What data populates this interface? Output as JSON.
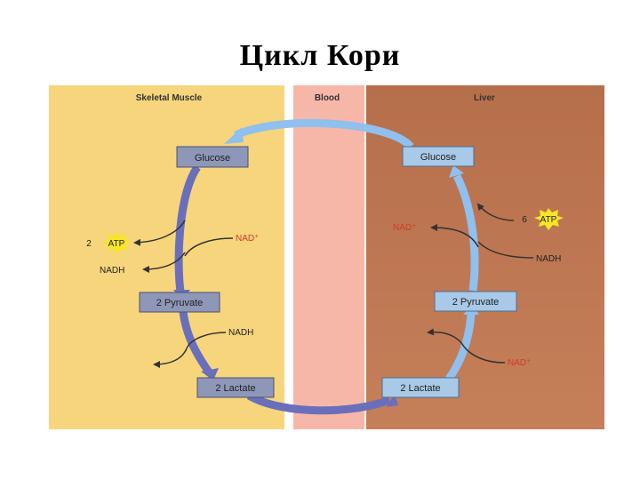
{
  "slide": {
    "title": "Цикл Кори"
  },
  "diagram": {
    "regions": {
      "muscle": "Skeletal Muscle",
      "blood": "Blood",
      "liver": "Liver"
    },
    "muscle": {
      "glucose": "Glucose",
      "pyruvate": "2 Pyruvate",
      "lactate": "2 Lactate",
      "atp_count": "2",
      "atp": "ATP",
      "nad": "NAD⁺",
      "nadh_out": "NADH",
      "nadh_in": "NADH"
    },
    "liver": {
      "glucose": "Glucose",
      "pyruvate": "2 Pyruvate",
      "lactate": "2 Lactate",
      "atp_count": "6",
      "atp": "ATP",
      "nad_out": "NAD⁺",
      "nadh_in": "NADH",
      "nad_in": "NAD⁺"
    },
    "colors": {
      "muscle_bg": "#f7d57c",
      "blood_bg": "#f7b7a8",
      "liver_bg": "#bd7752",
      "muscle_arrow": "#6a6fbb",
      "liver_arrow": "#8fc0ee",
      "box_muscle": "#8e97b8",
      "box_liver": "#a9c9e8",
      "atp_star": "#f7e628",
      "nad_red": "#d23a2a"
    }
  }
}
